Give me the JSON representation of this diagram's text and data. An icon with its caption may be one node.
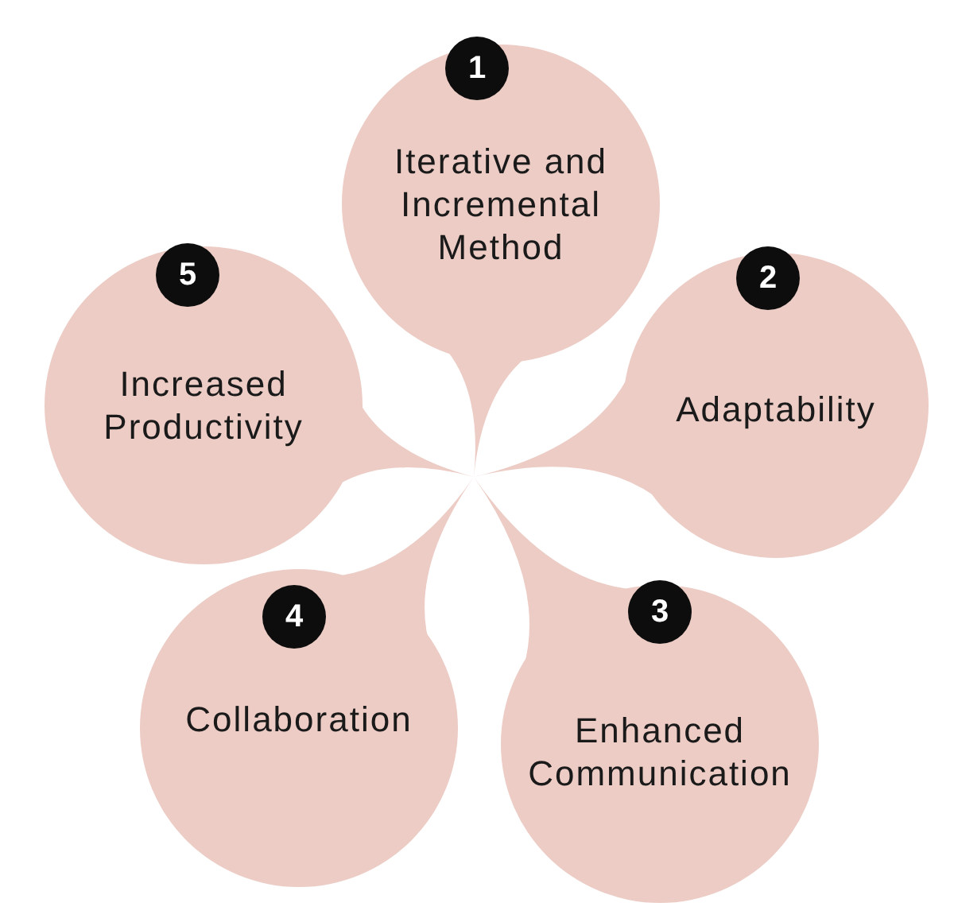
{
  "diagram": {
    "nodes": [
      {
        "text": [
          "Iterative and Incremental Method"
        ]
      },
      {
        "text": [
          "1"
        ],
        "in": 0
      },
      {
        "text": [
          "Adaptability"
        ]
      },
      {
        "text": [
          "2"
        ],
        "in": 2
      },
      {
        "text": [
          "Enhanced Communication"
        ]
      },
      {
        "text": [
          "3"
        ],
        "in": 4
      },
      {
        "text": [
          "Collaboration"
        ]
      },
      {
        "text": [
          "4"
        ],
        "in": 6
      },
      {
        "text": [
          "Increased Productivity"
        ]
      },
      {
        "text": [
          "5"
        ],
        "in": 8
      }
    ],
    "edges": []
  }
}
